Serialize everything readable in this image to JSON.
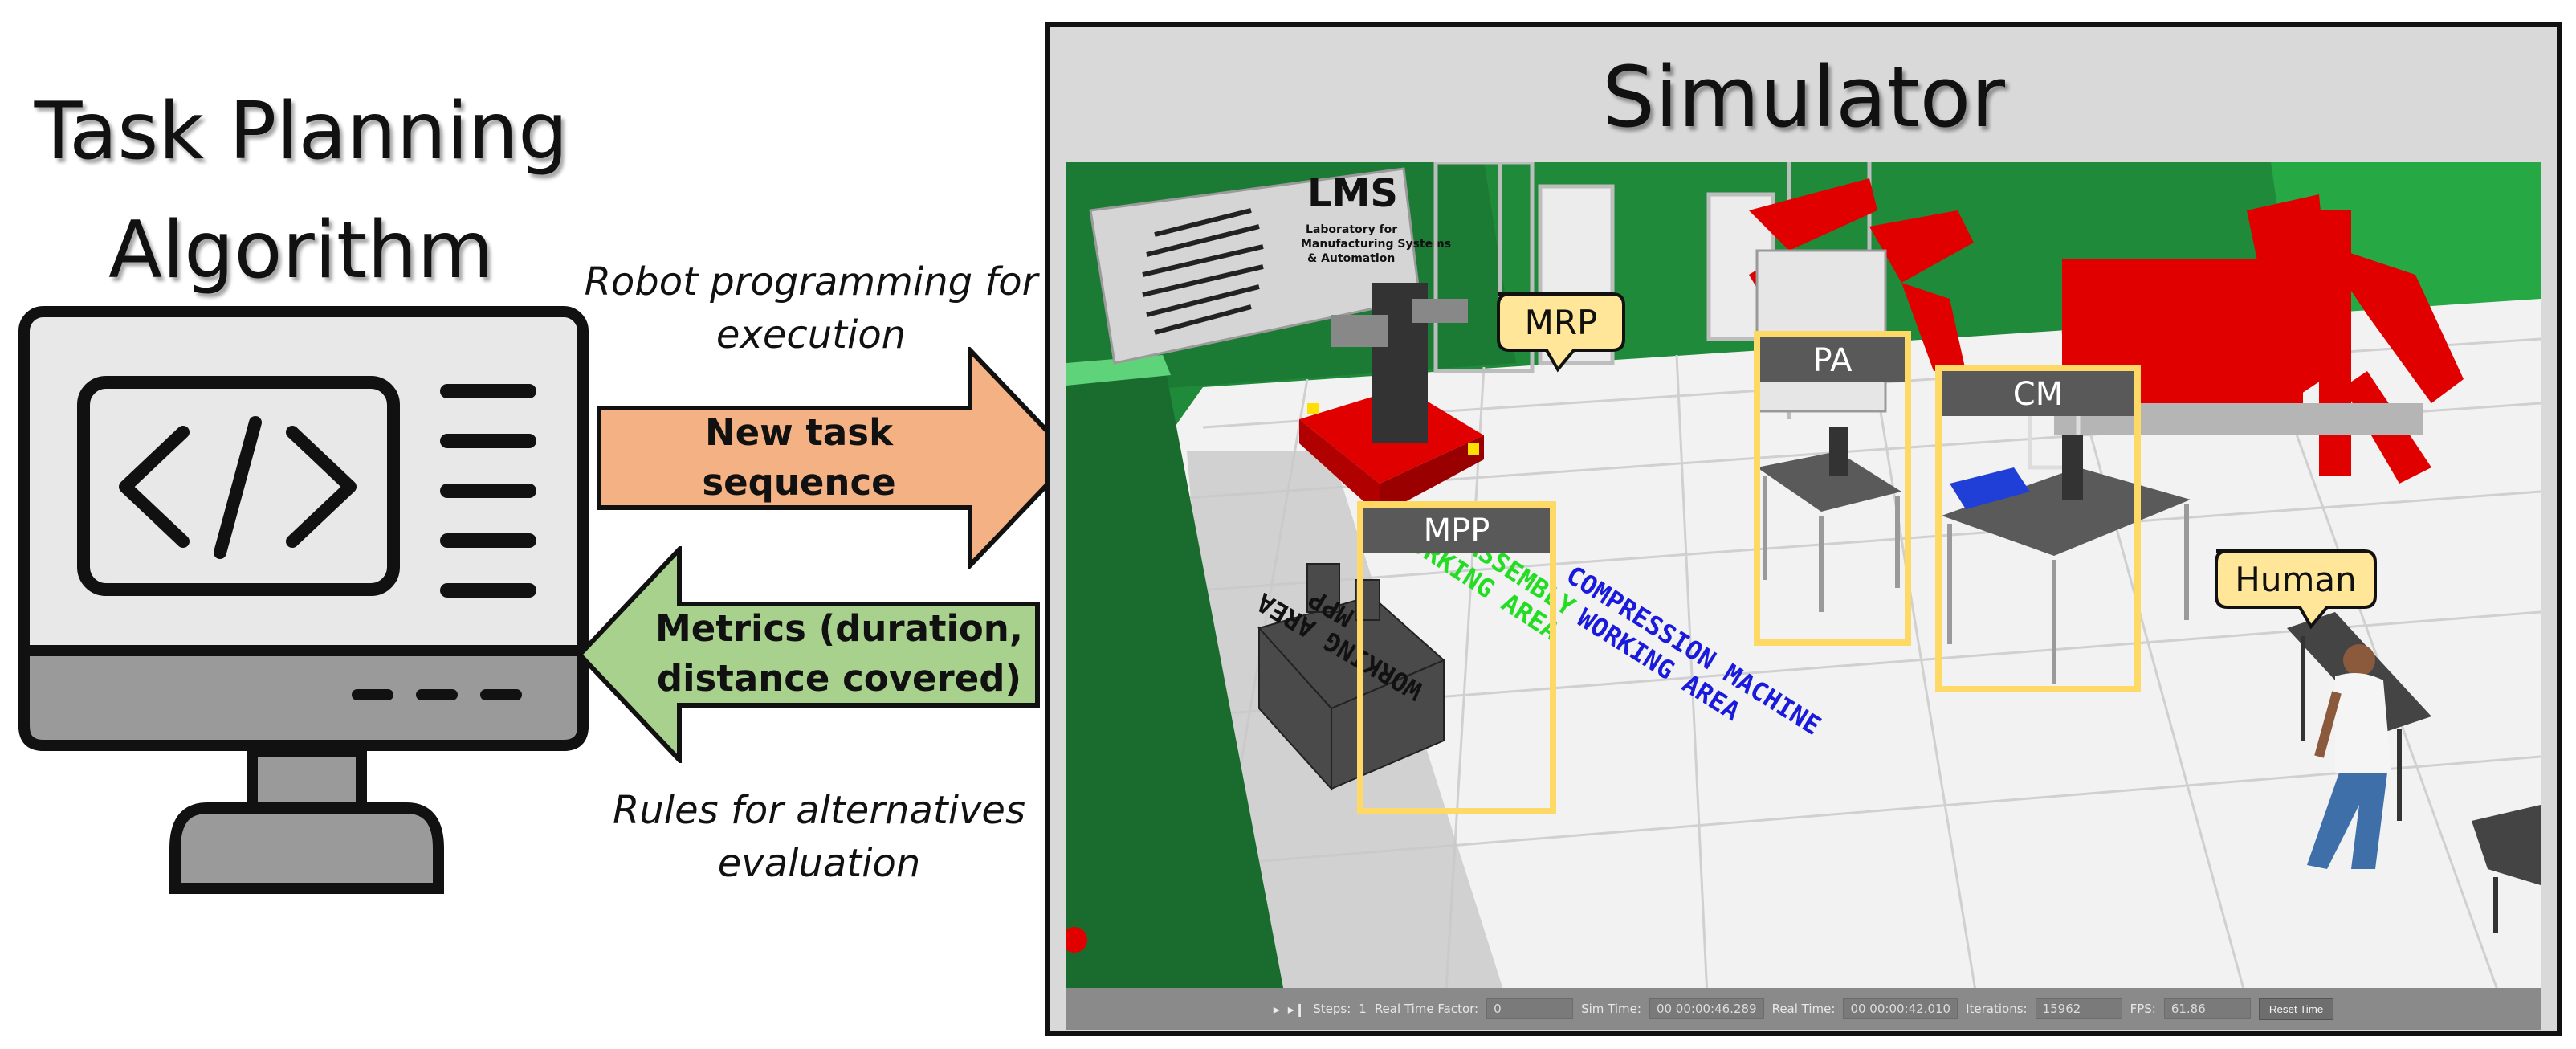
{
  "left": {
    "title_line1": "Task Planning",
    "title_line2": "Algorithm"
  },
  "arrows": {
    "forward": {
      "caption_line1": "Robot programming for",
      "caption_line2": "execution",
      "label_line1": "New task",
      "label_line2": "sequence",
      "color": "#F4B183"
    },
    "back": {
      "caption_line1": "Rules for alternatives",
      "caption_line2": "evaluation",
      "label_line1": "Metrics (duration,",
      "label_line2": "distance covered)",
      "color": "#A9D18E"
    }
  },
  "simulator": {
    "title": "Simulator",
    "sign": {
      "brand": "LMS",
      "line1": "Laboratory for",
      "line2": "Manufacturing Systems",
      "line3": "& Automation"
    },
    "boxes": {
      "mpp": "MPP",
      "pa": "PA",
      "cm": "CM"
    },
    "callouts": {
      "mrp": "MRP",
      "human": "Human"
    },
    "floor_labels": {
      "mpp_line1": "MPP",
      "mpp_line2": "WORKING AREA",
      "pre_line1": "PRE-ASSEMBLY",
      "pre_line2": "WORKING AREA",
      "cm_line1": "COMPRESSION MACHINE",
      "cm_line2": "WORKING AREA"
    },
    "status_bar": {
      "steps_label": "Steps:",
      "steps_value": "1",
      "rtf_label": "Real Time Factor:",
      "rtf_value": "0",
      "sim_time_label": "Sim Time:",
      "sim_time_value": "00 00:00:46.289",
      "real_time_label": "Real Time:",
      "real_time_value": "00 00:00:42.010",
      "iterations_label": "Iterations:",
      "iterations_value": "15962",
      "fps_label": "FPS:",
      "fps_value": "61.86",
      "reset_label": "Reset Time"
    },
    "colors": {
      "box_border": "#FFD966",
      "box_header": "#595959",
      "callout_fill": "#FFE699",
      "wall_green": "#1F8A3A",
      "robot_red": "#E00000",
      "pre_assembly_text": "#22DD22",
      "compression_text": "#1A1ADD"
    }
  }
}
